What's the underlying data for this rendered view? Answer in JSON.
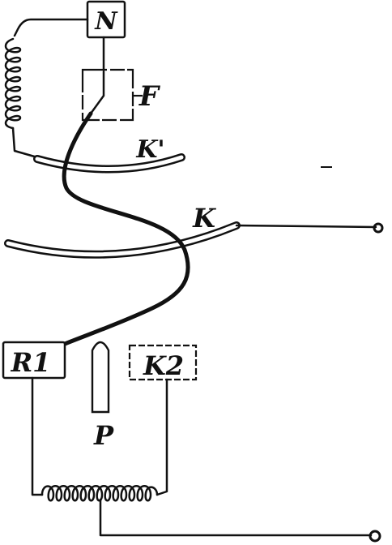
{
  "labels": {
    "n": "N",
    "f": "F",
    "k_prime": "K'",
    "k": "K",
    "r1": "R1",
    "k2": "K2",
    "p": "P"
  }
}
